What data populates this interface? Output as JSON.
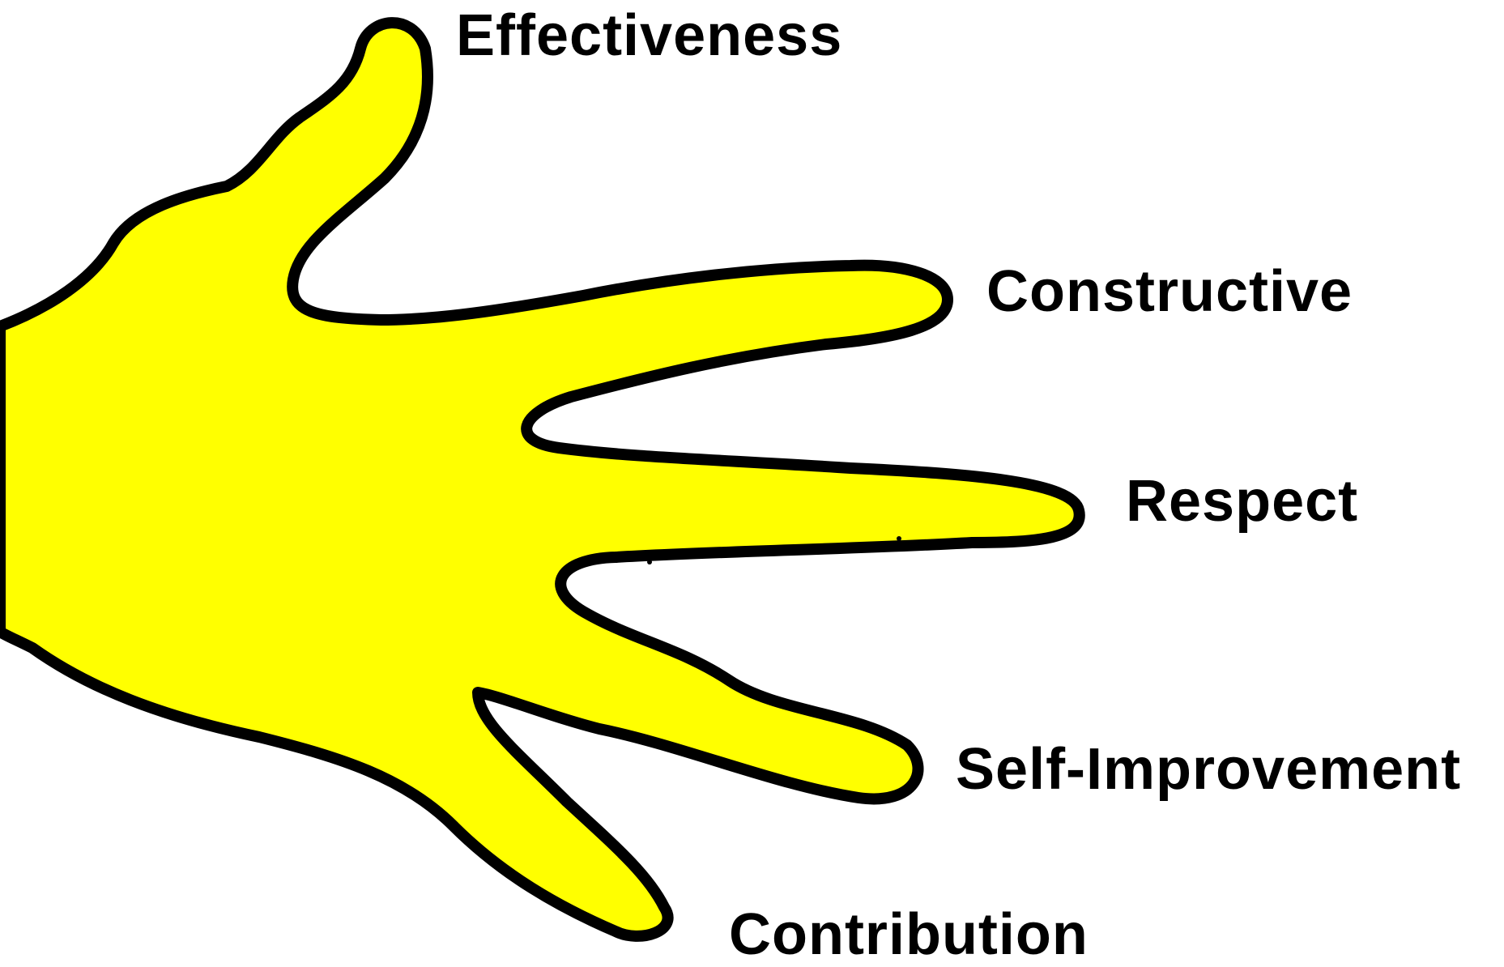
{
  "diagram": {
    "fill_color": "#ffff00",
    "outline_color": "#000000",
    "icon": "hand-icon",
    "fingers": [
      {
        "id": "thumb",
        "label": "Effectiveness"
      },
      {
        "id": "index",
        "label": "Constructive"
      },
      {
        "id": "middle",
        "label": "Respect"
      },
      {
        "id": "ring",
        "label": "Self-Improvement"
      },
      {
        "id": "little",
        "label": "Contribution"
      }
    ]
  }
}
